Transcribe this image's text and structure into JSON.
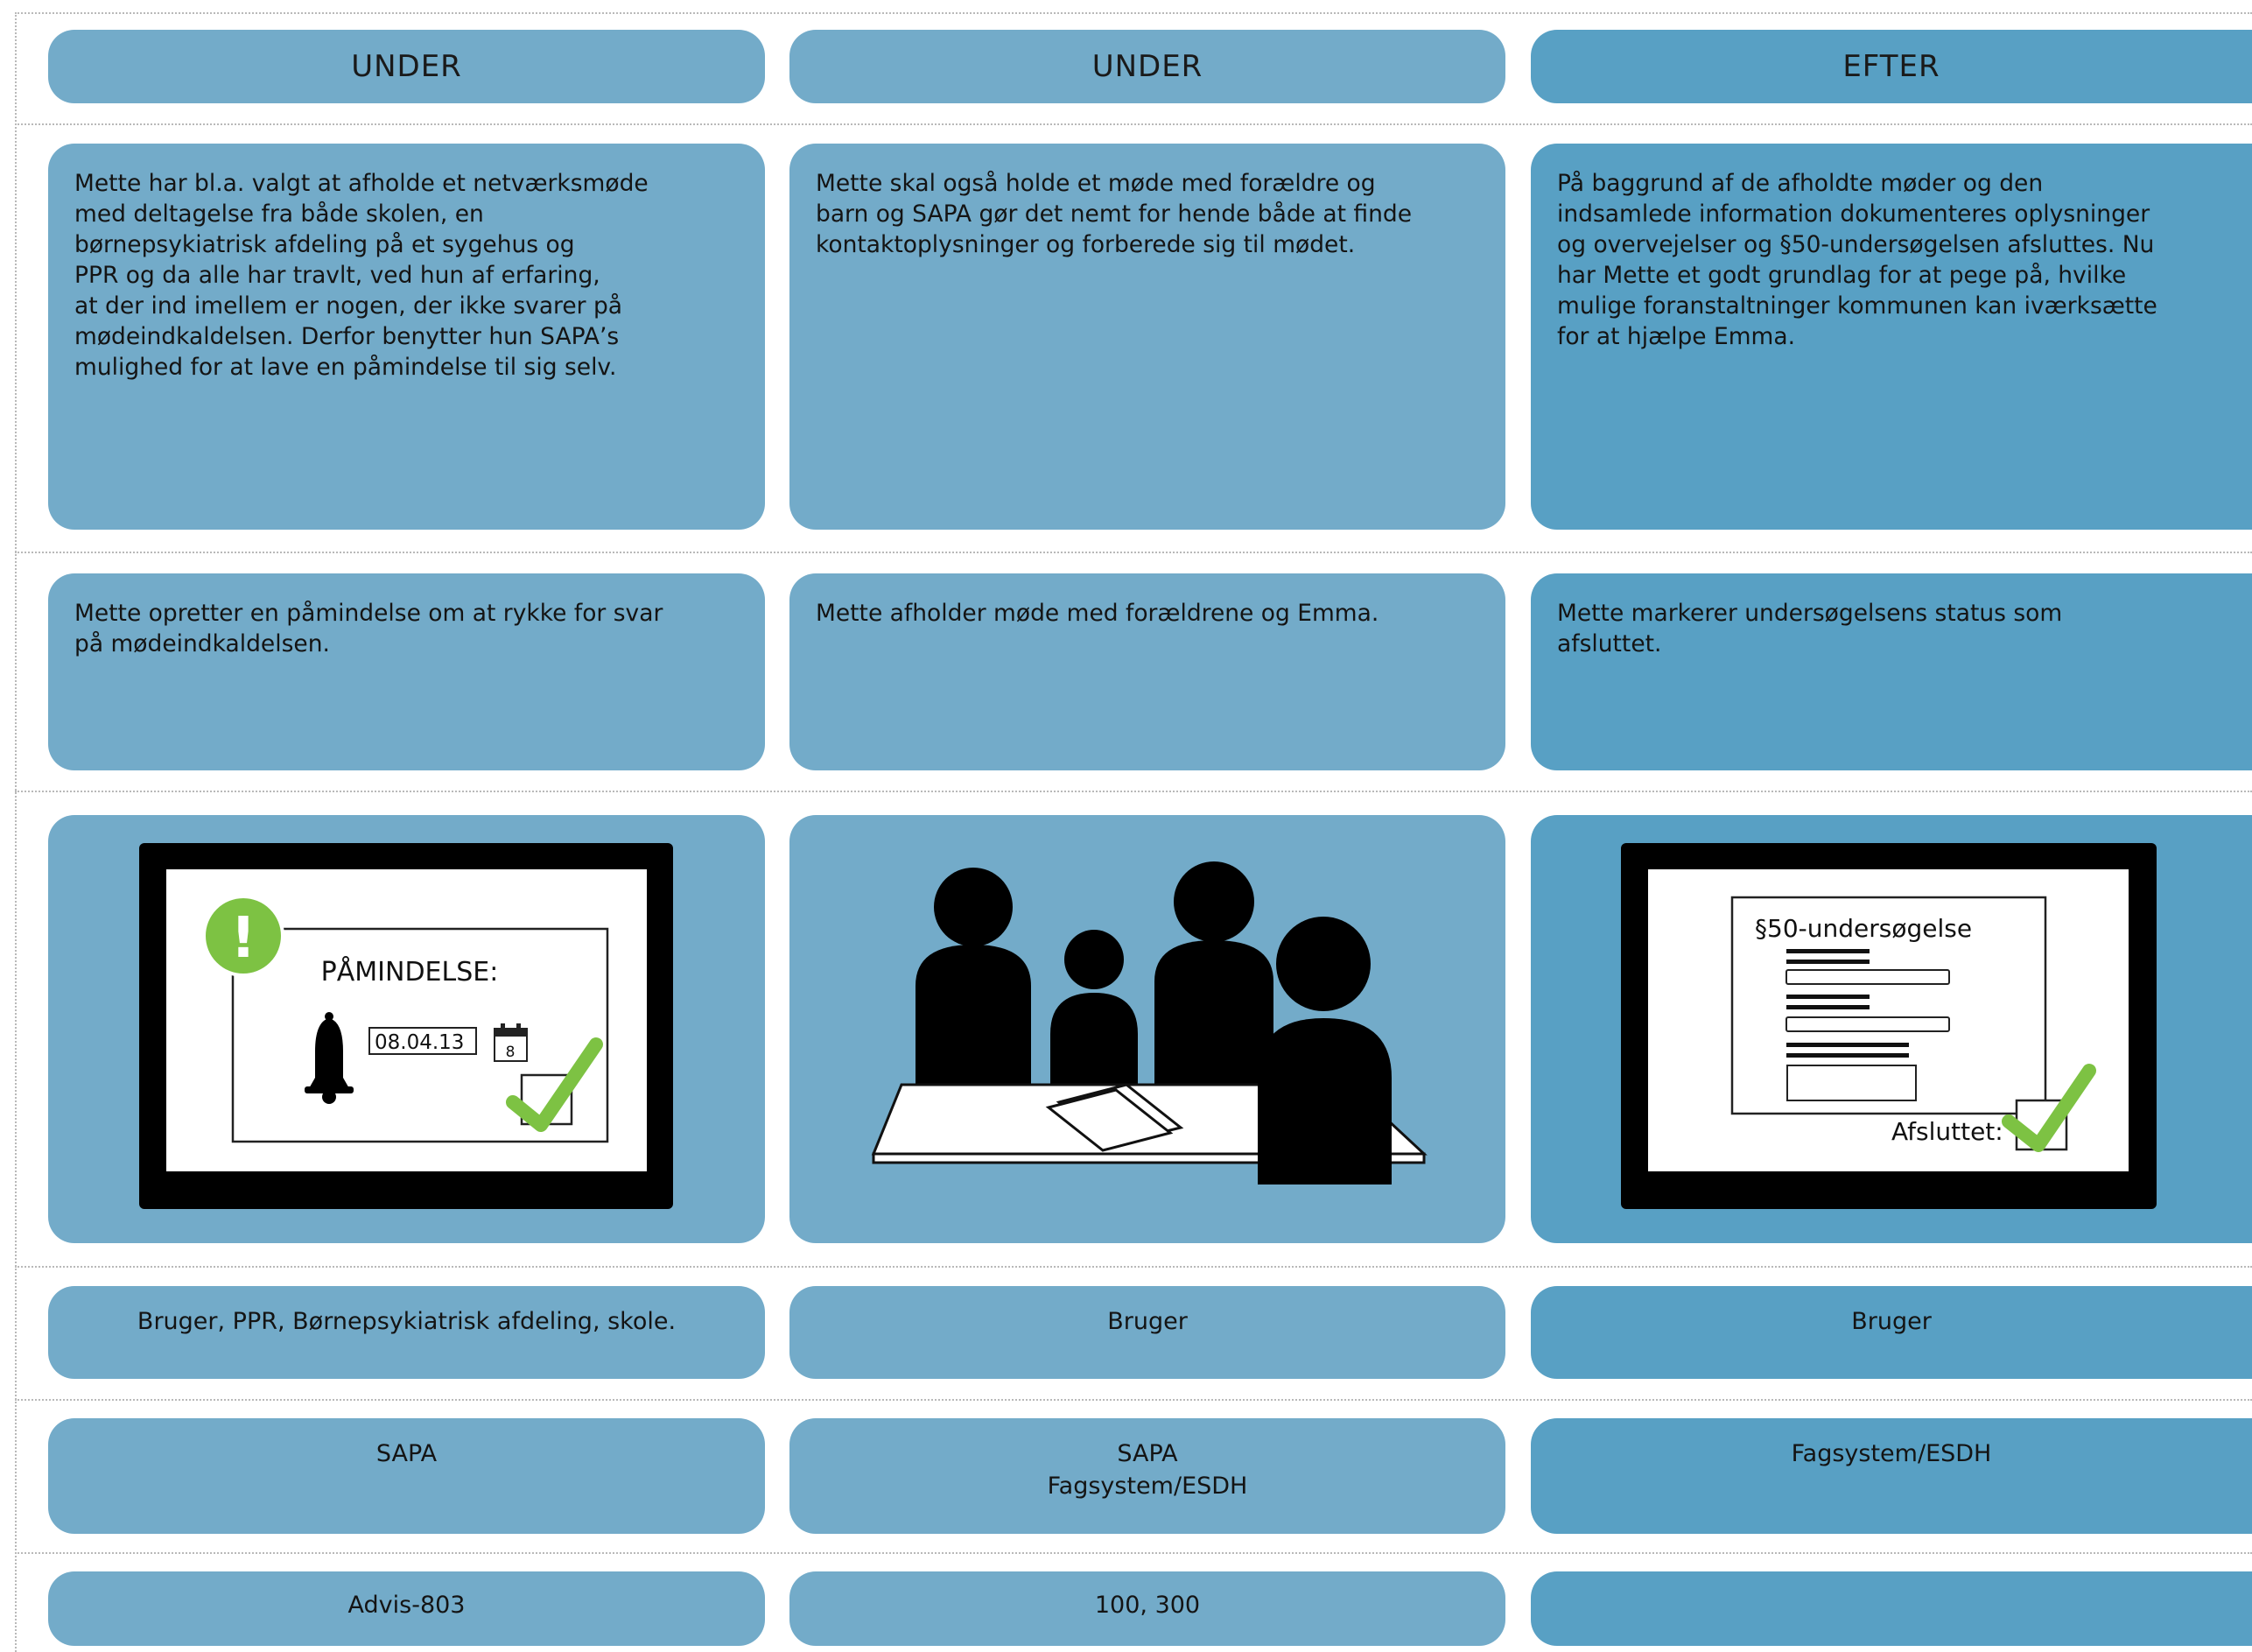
{
  "headers": [
    "UNDER",
    "UNDER",
    "EFTER"
  ],
  "descriptions": [
    "Mette har bl.a. valgt at afholde et netværksmøde\nmed deltagelse fra både skolen, en\nbørnepsykiatrisk afdeling på et sygehus og\nPPR og da alle har travlt, ved hun af erfaring,\nat der ind imellem er nogen, der ikke svarer på\nmødeindkaldelsen. Derfor benytter hun SAPA’s\nmulighed for at lave en påmindelse til sig selv.",
    "Mette skal også holde et møde med forældre og\nbarn og SAPA gør det nemt for hende både at finde\nkontaktoplysninger og forberede sig til mødet.",
    "På baggrund af de afholdte møder og den\nindsamlede information dokumenteres oplysninger\nog overvejelser og §50-undersøgelsen afsluttes. Nu\nhar Mette et godt grundlag for at pege på, hvilke\nmulige foranstaltninger kommunen kan iværksætte\nfor at hjælpe Emma."
  ],
  "actions": [
    "Mette opretter en påmindelse om  at rykke for svar\npå mødeindkaldelsen.",
    "Mette afholder møde med forældrene og Emma.",
    "Mette markerer undersøgelsens status som\nafsluttet."
  ],
  "illustrations": {
    "reminder": {
      "title": "PÅMINDELSE:",
      "date": "08.04.13",
      "calendar_day": "8",
      "alert_symbol": "!",
      "icons": [
        "alert-icon",
        "bell-icon",
        "calendar-icon",
        "checkmark-icon"
      ]
    },
    "meeting": {
      "icons": [
        "people-icon",
        "table-icon",
        "papers-icon"
      ]
    },
    "form": {
      "title": "§50-undersøgelse",
      "status_label": "Afsluttet:",
      "icons": [
        "checkmark-icon"
      ]
    }
  },
  "actors": [
    "Bruger, PPR, Børnepsykiatrisk afdeling, skole.",
    "Bruger",
    "Bruger"
  ],
  "systems": [
    "SAPA",
    "SAPA\nFagsystem/ESDH",
    "Fagsystem/ESDH"
  ],
  "references": [
    "Advis-803",
    "100, 300",
    ""
  ],
  "colors": {
    "card": "#73abc9",
    "card_after": "#58a0c4",
    "check": "#7dc243",
    "alert": "#7dc243",
    "screen_frame": "#000000"
  }
}
